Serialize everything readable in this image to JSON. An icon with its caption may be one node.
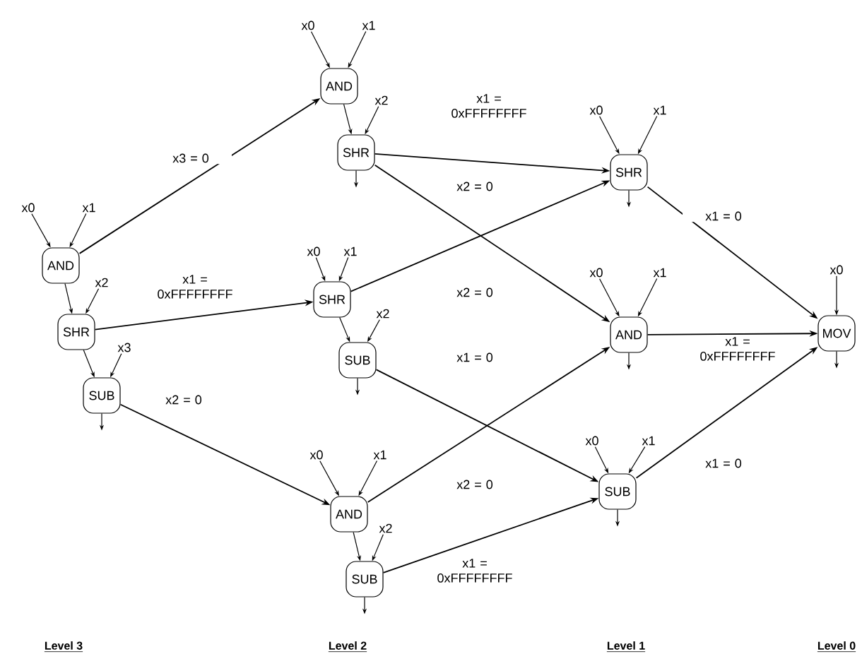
{
  "diagram": {
    "nodes": [
      {
        "text": [
          "x0"
        ]
      },
      {
        "text": [
          "x1"
        ]
      },
      {
        "text": [
          "AND"
        ]
      },
      {
        "text": [
          "x2"
        ]
      },
      {
        "text": [
          "SHR"
        ]
      },
      {
        "text": [
          "x3"
        ]
      },
      {
        "text": [
          "SUB"
        ]
      },
      {
        "text": [
          "x0"
        ]
      },
      {
        "text": [
          "x1"
        ]
      },
      {
        "text": [
          "AND"
        ]
      },
      {
        "text": [
          "x2"
        ]
      },
      {
        "text": [
          "SHR"
        ]
      },
      {
        "text": [
          "x0"
        ]
      },
      {
        "text": [
          "x1"
        ]
      },
      {
        "text": [
          "SHR"
        ]
      },
      {
        "text": [
          "x2"
        ]
      },
      {
        "text": [
          "SUB"
        ]
      },
      {
        "text": [
          "x0"
        ]
      },
      {
        "text": [
          "x1"
        ]
      },
      {
        "text": [
          "AND"
        ]
      },
      {
        "text": [
          "x2"
        ]
      },
      {
        "text": [
          "SUB"
        ]
      },
      {
        "text": [
          "x0"
        ]
      },
      {
        "text": [
          "x1"
        ]
      },
      {
        "text": [
          "SHR"
        ]
      },
      {
        "text": [
          "x0"
        ]
      },
      {
        "text": [
          "x1"
        ]
      },
      {
        "text": [
          "AND"
        ]
      },
      {
        "text": [
          "x0"
        ]
      },
      {
        "text": [
          "x1"
        ]
      },
      {
        "text": [
          "SUB"
        ]
      },
      {
        "text": [
          "x0"
        ]
      },
      {
        "text": [
          "MOV"
        ]
      }
    ],
    "edges": [
      {
        "from": 0,
        "to": 2,
        "arrow": "to"
      },
      {
        "from": 1,
        "to": 2,
        "arrow": "to"
      },
      {
        "from": 2,
        "to": 4,
        "arrow": "to"
      },
      {
        "from": 3,
        "to": 4,
        "arrow": "to"
      },
      {
        "from": 4,
        "to": 6,
        "arrow": "to"
      },
      {
        "from": 5,
        "to": 6,
        "arrow": "to"
      },
      {
        "from": 6,
        "to": null,
        "arrow": "to"
      },
      {
        "from": 7,
        "to": 9,
        "arrow": "to"
      },
      {
        "from": 8,
        "to": 9,
        "arrow": "to"
      },
      {
        "from": 9,
        "to": 11,
        "arrow": "to"
      },
      {
        "from": 10,
        "to": 11,
        "arrow": "to"
      },
      {
        "from": 11,
        "to": null,
        "arrow": "to"
      },
      {
        "from": 12,
        "to": 14,
        "arrow": "to"
      },
      {
        "from": 13,
        "to": 14,
        "arrow": "to"
      },
      {
        "from": 14,
        "to": 16,
        "arrow": "to"
      },
      {
        "from": 15,
        "to": 16,
        "arrow": "to"
      },
      {
        "from": 16,
        "to": null,
        "arrow": "to"
      },
      {
        "from": 17,
        "to": 19,
        "arrow": "to"
      },
      {
        "from": 18,
        "to": 19,
        "arrow": "to"
      },
      {
        "from": 19,
        "to": 21,
        "arrow": "to"
      },
      {
        "from": 20,
        "to": 21,
        "arrow": "to"
      },
      {
        "from": 21,
        "to": null,
        "arrow": "to"
      },
      {
        "from": 22,
        "to": 24,
        "arrow": "to"
      },
      {
        "from": 23,
        "to": 24,
        "arrow": "to"
      },
      {
        "from": 24,
        "to": null,
        "arrow": "to"
      },
      {
        "from": 25,
        "to": 27,
        "arrow": "to"
      },
      {
        "from": 26,
        "to": 27,
        "arrow": "to"
      },
      {
        "from": 27,
        "to": null,
        "arrow": "to"
      },
      {
        "from": 28,
        "to": 30,
        "arrow": "to"
      },
      {
        "from": 29,
        "to": 30,
        "arrow": "to"
      },
      {
        "from": 30,
        "to": null,
        "arrow": "to"
      },
      {
        "from": 31,
        "to": 32,
        "arrow": "to"
      },
      {
        "from": 32,
        "to": null,
        "arrow": "to"
      },
      {
        "from": 2,
        "to": 9,
        "arrow": "to",
        "label": "x3 = 0"
      },
      {
        "from": 4,
        "to": 14,
        "arrow": "to",
        "label": "x1 = 0xFFFFFFFF"
      },
      {
        "from": 6,
        "to": 19,
        "arrow": "to",
        "label": "x2 = 0"
      },
      {
        "from": 11,
        "to": 24,
        "arrow": "to",
        "label": "x1 = 0xFFFFFFFF"
      },
      {
        "from": 11,
        "to": 27,
        "arrow": "to",
        "label": "x2 = 0"
      },
      {
        "from": 14,
        "to": 24,
        "arrow": "to",
        "label": "x2 = 0"
      },
      {
        "from": 16,
        "to": 30,
        "arrow": "to",
        "label": "x1 = 0"
      },
      {
        "from": 19,
        "to": 27,
        "arrow": "to",
        "label": "x2 = 0"
      },
      {
        "from": 21,
        "to": 30,
        "arrow": "to",
        "label": "x1 = 0xFFFFFFFF"
      },
      {
        "from": 24,
        "to": 32,
        "arrow": "to",
        "label": "x1 = 0"
      },
      {
        "from": 27,
        "to": 32,
        "arrow": "to",
        "label": "x1 = 0xFFFFFFFF"
      },
      {
        "from": 30,
        "to": 32,
        "arrow": "to",
        "label": "x1 = 0"
      }
    ],
    "labels": [
      "Level 3",
      "Level 2",
      "Level 1",
      "Level 0"
    ]
  }
}
